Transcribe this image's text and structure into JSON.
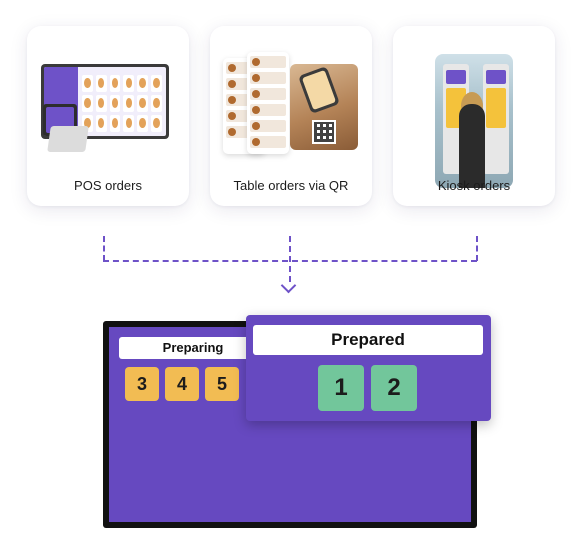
{
  "sources": [
    {
      "label": "POS orders"
    },
    {
      "label": "Table orders via QR"
    },
    {
      "label": "Kiosk orders"
    }
  ],
  "display": {
    "preparing_label": "Preparing",
    "preparing_orders": [
      "3",
      "4",
      "5"
    ],
    "prepared_label": "Prepared",
    "prepared_orders": [
      "1",
      "2"
    ]
  },
  "colors": {
    "accent": "#6649c0",
    "preparing_tile": "#f2bc53",
    "prepared_tile": "#72c69b"
  }
}
